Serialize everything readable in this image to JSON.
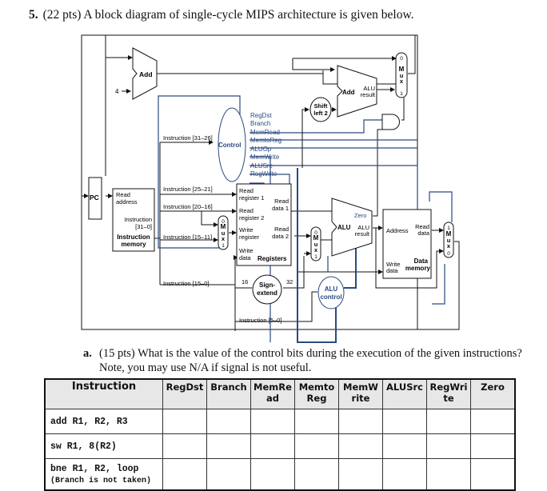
{
  "question": {
    "number": "5.",
    "text": "(22 pts) A block diagram of single-cycle MIPS architecture is given below."
  },
  "diagram": {
    "blocks": {
      "pc": "PC",
      "add_top": "Add",
      "constant_four": "4",
      "add_branch": "Add",
      "add_branch_result_1": "ALU",
      "add_branch_result_2": "result",
      "shift_left_1": "Shift",
      "shift_left_2": "left 2",
      "control": "Control",
      "alu": "ALU",
      "alu_zero": "Zero",
      "alu_result_1": "ALU",
      "alu_result_2": "result",
      "sign_extend_1": "Sign-",
      "sign_extend_2": "extend",
      "alu_control_1": "ALU",
      "alu_control_2": "control",
      "bits16": "16",
      "bits32": "32"
    },
    "instruction_memory": {
      "read_address_1": "Read",
      "read_address_2": "address",
      "instruction_1": "Instruction",
      "instruction_2": "[31–0]",
      "name_1": "Instruction",
      "name_2": "memory"
    },
    "registers": {
      "read_reg1_1": "Read",
      "read_reg1_2": "register 1",
      "read_reg2_1": "Read",
      "read_reg2_2": "register 2",
      "write_reg_1": "Write",
      "write_reg_2": "register",
      "write_data_1": "Write",
      "write_data_2": "data",
      "read_data1_1": "Read",
      "read_data1_2": "data 1",
      "read_data2_1": "Read",
      "read_data2_2": "data 2",
      "name": "Registers"
    },
    "data_memory": {
      "address": "Address",
      "read_data_1": "Read",
      "read_data_2": "data",
      "write_data_1": "Write",
      "write_data_2": "data",
      "name_1": "Data",
      "name_2": "memory"
    },
    "instruction_fields": {
      "f31_26": "Instruction [31–26]",
      "f25_21": "Instruction [25–21]",
      "f20_16": "Instruction [20–16]",
      "f15_11": "Instruction [15–11]",
      "f15_0": "Instruction [15–0]",
      "f5_0": "Instruction [5–0]"
    },
    "control_signals": [
      "RegDst",
      "Branch",
      "MemRead",
      "MemtoReg",
      "ALUOp",
      "MemWrite",
      "ALUSrc",
      "RegWrite"
    ],
    "mux": {
      "m": "M",
      "u": "u",
      "x": "x",
      "zero": "0",
      "one": "1"
    },
    "colors": {
      "line": "#111111",
      "control": "#2a4a7f"
    }
  },
  "subquestion": {
    "label": "a.",
    "text": "(15 pts) What is the value of the control bits during the execution of the given instructions? Note, you may use N/A if signal is not useful."
  },
  "table": {
    "headers": [
      "Instruction",
      "RegDst",
      "Branch",
      "MemRe ad",
      "Memto Reg",
      "MemW rite",
      "ALUSrc",
      "RegWri te",
      "Zero"
    ],
    "rows": [
      {
        "instruction": "add R1, R2, R3",
        "note": "",
        "values": [
          "",
          "",
          "",
          "",
          "",
          "",
          "",
          ""
        ]
      },
      {
        "instruction": "sw R1, 8(R2)",
        "note": "",
        "values": [
          "",
          "",
          "",
          "",
          "",
          "",
          "",
          ""
        ]
      },
      {
        "instruction": "bne R1, R2, loop",
        "note": "(Branch is not taken)",
        "values": [
          "",
          "",
          "",
          "",
          "",
          "",
          "",
          ""
        ]
      }
    ]
  }
}
